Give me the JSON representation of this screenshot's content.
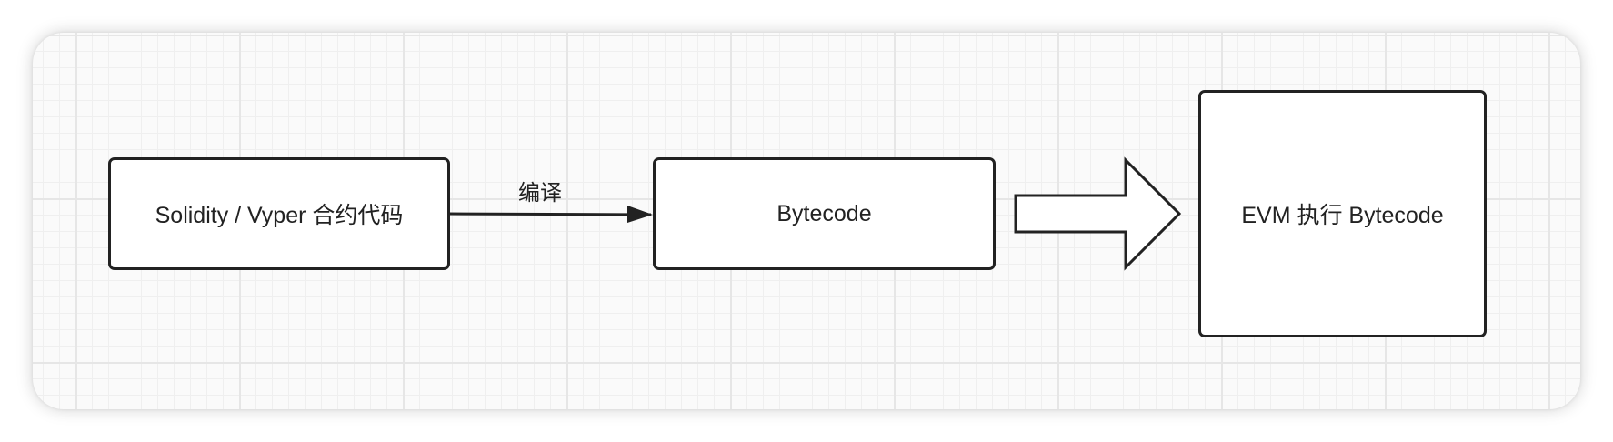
{
  "diagram": {
    "nodes": {
      "source": "Solidity / Vyper 合约代码",
      "bytecode": "Bytecode",
      "evm": "EVM 执行 Bytecode"
    },
    "edges": {
      "compile_label": "编译"
    },
    "colors": {
      "stroke": "#222222",
      "node_fill": "#ffffff",
      "grid_major": "#e6e6e6",
      "grid_minor": "#efefef",
      "canvas": "#fafafa"
    }
  }
}
